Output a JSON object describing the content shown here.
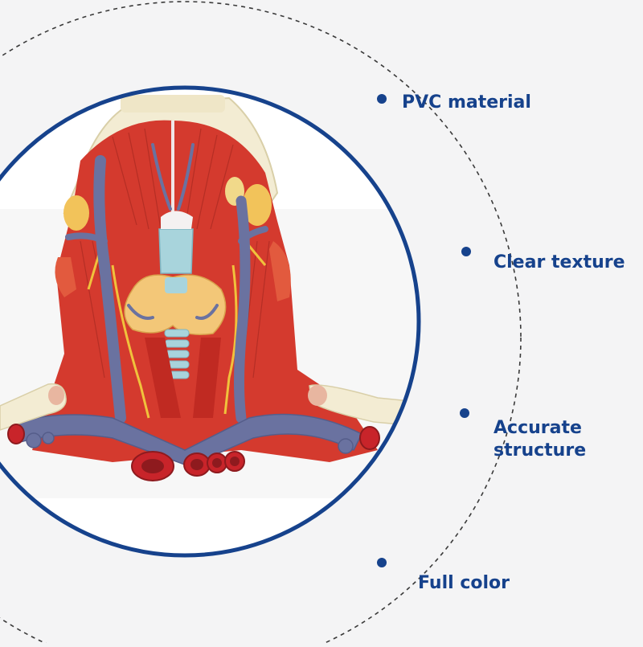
{
  "colors": {
    "background": "#f4f4f5",
    "accent_blue": "#16428c",
    "muscle_red": "#d43a2e",
    "vein_blue": "#6a72a0",
    "cartilage": "#a8d4dc",
    "bone": "#f3ecd3"
  },
  "product": {
    "description_icon": "neck-anatomy-model-icon"
  },
  "features": [
    {
      "label": "PVC material"
    },
    {
      "label": "Clear texture"
    },
    {
      "label": "Accurate structure"
    },
    {
      "label": "Full color"
    }
  ]
}
